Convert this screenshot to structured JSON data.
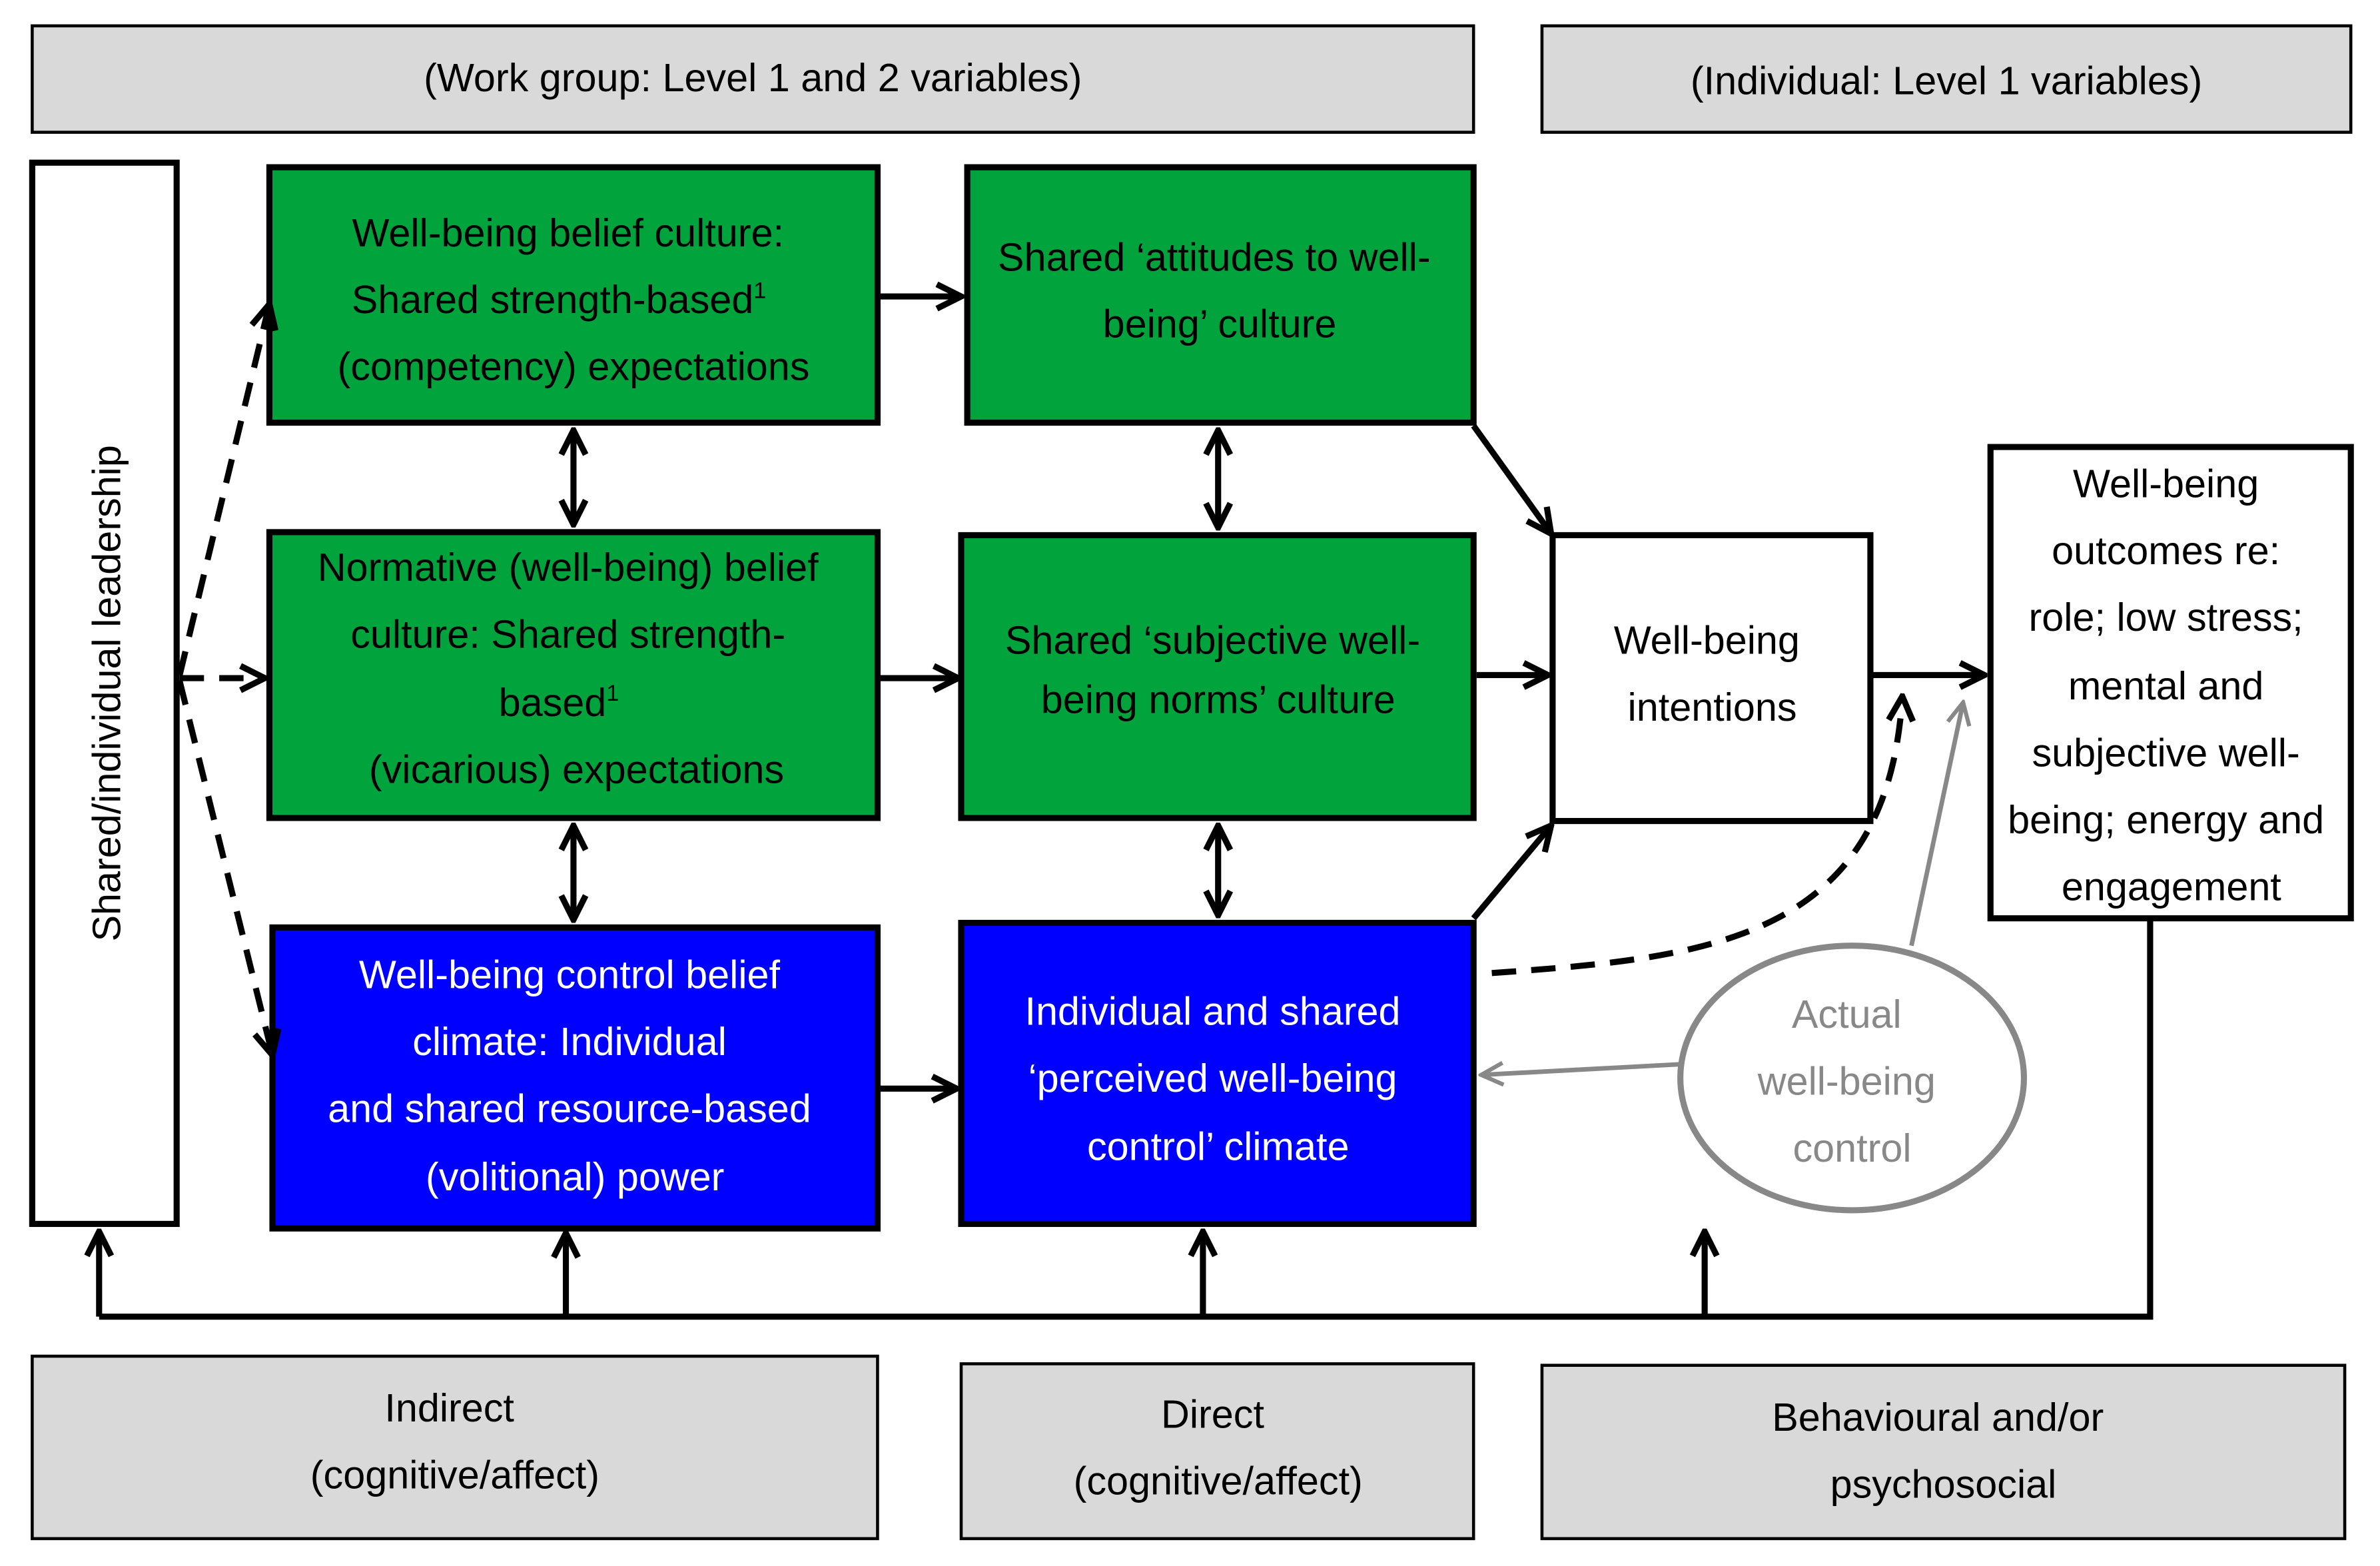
{
  "colors": {
    "green": "#00a33c",
    "blue": "#0000ff",
    "header_gray": "#d9d9d9",
    "control_gray": "#888888"
  },
  "headers": {
    "work_group": "(Work group: Level 1 and 2 variables)",
    "individual": "(Individual: Level 1 variables)"
  },
  "leadership": "Shared/individual leadership",
  "boxes": {
    "belief_culture": {
      "lines": [
        "Well-being belief culture:",
        "Shared strength-based",
        "(competency) expectations"
      ],
      "sup": "1"
    },
    "attitudes_culture": {
      "lines": [
        "Shared ‘attitudes to well-",
        "being’ culture"
      ]
    },
    "normative_culture": {
      "lines": [
        "Normative (well-being) belief",
        "culture: Shared strength-",
        "based",
        "(vicarious) expectations"
      ],
      "sup": "1"
    },
    "norms_culture": {
      "lines": [
        "Shared ‘subjective well-",
        "being norms’ culture"
      ]
    },
    "control_climate": {
      "lines": [
        "Well-being control belief",
        "climate: Individual",
        "and shared resource-based",
        "(volitional) power"
      ]
    },
    "perceived_control": {
      "lines": [
        "Individual and shared",
        "‘perceived well-being",
        "control’ climate"
      ]
    },
    "intentions": {
      "lines": [
        "Well-being",
        "intentions"
      ]
    },
    "outcomes": {
      "lines": [
        "Well-being",
        "outcomes re:",
        "role; low stress;",
        "mental and",
        "subjective well-",
        "being; energy and",
        "engagement"
      ]
    },
    "actual_control": {
      "lines": [
        "Actual",
        "well-being",
        "control"
      ]
    }
  },
  "footers": {
    "indirect": [
      "Indirect",
      "(cognitive/affect)"
    ],
    "direct": [
      "Direct",
      "(cognitive/affect)"
    ],
    "behavioural": [
      "Behavioural and/or",
      "psychosocial"
    ]
  }
}
